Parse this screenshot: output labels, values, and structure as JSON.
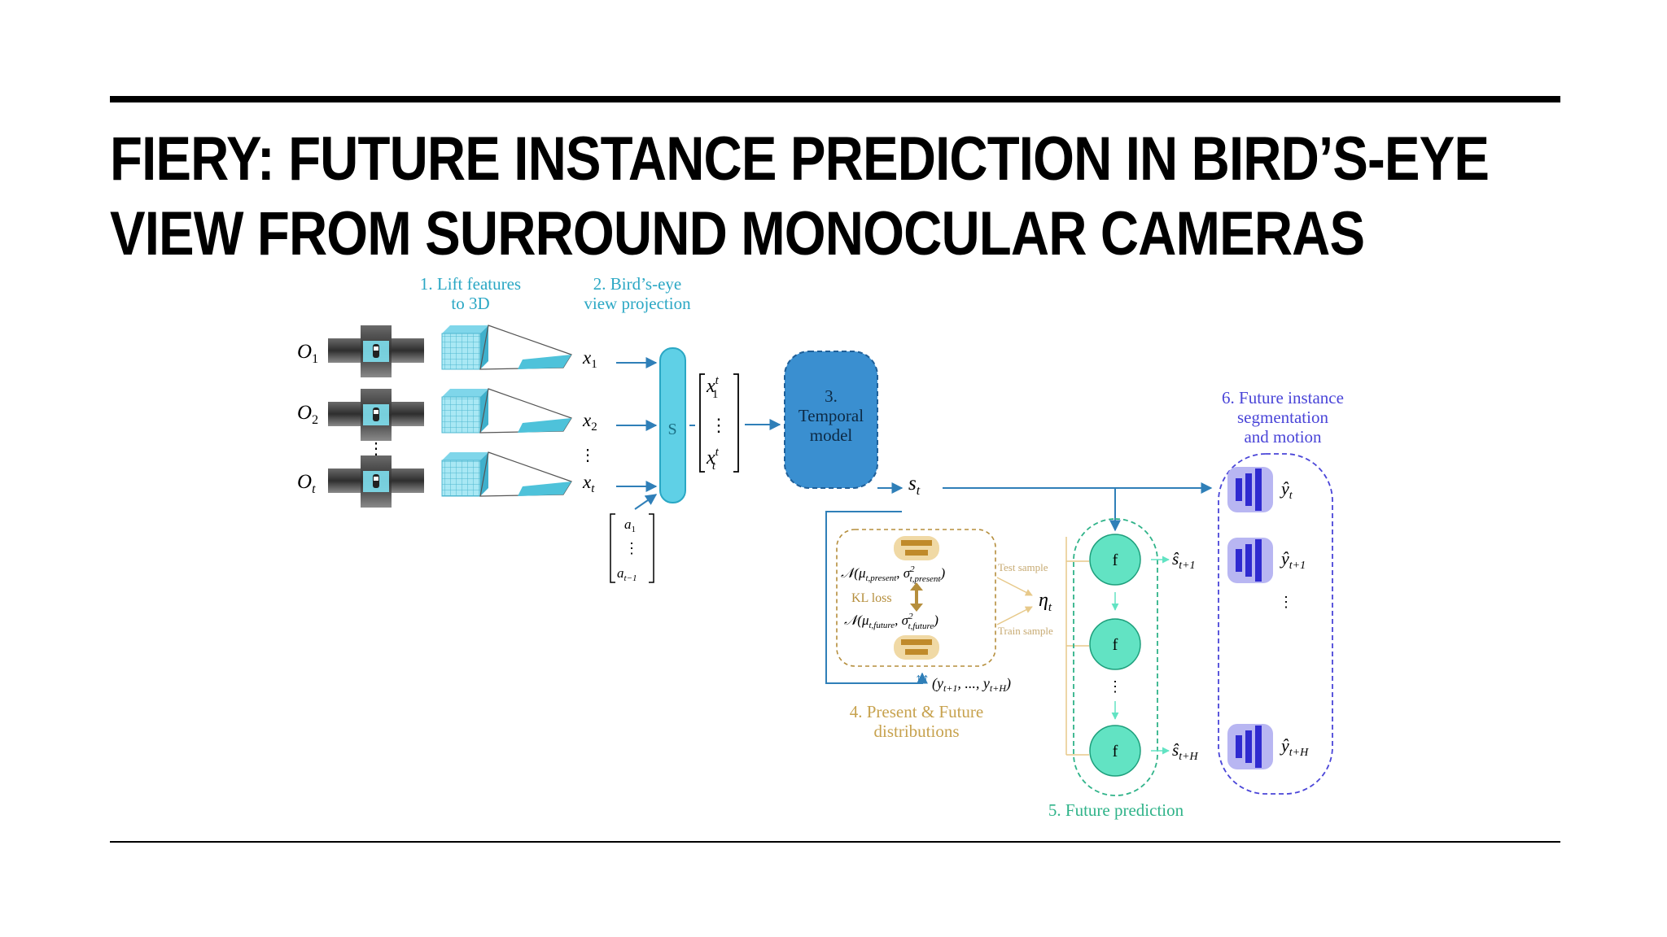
{
  "slide": {
    "title_line1": "FIERY: FUTURE INSTANCE PREDICTION IN BIRD’S-EYE",
    "title_line2": "VIEW FROM SURROUND MONOCULAR CAMERAS"
  },
  "diagram": {
    "step1_line1": "1. Lift features",
    "step1_line2": "to 3D",
    "step2_line1": "2. Bird’s-eye",
    "step2_line2": "view projection",
    "obs": [
      {
        "var": "O",
        "sub": "1"
      },
      {
        "var": "O",
        "sub": "2"
      },
      {
        "var": "O",
        "sub": "t"
      }
    ],
    "feats": [
      {
        "var": "x",
        "sub": "1"
      },
      {
        "var": "x",
        "sub": "2"
      },
      {
        "var": "x",
        "sub": "t"
      }
    ],
    "s_block": "S",
    "seq_top": {
      "var": "x",
      "sup": "t",
      "sub": "1"
    },
    "seq_bottom": {
      "var": "x",
      "sup": "t",
      "sub": "t"
    },
    "actions_top": {
      "var": "a",
      "sub": "1"
    },
    "actions_bottom": {
      "var": "a",
      "sub": "t−1"
    },
    "temporal_line1": "3.",
    "temporal_line2": "Temporal",
    "temporal_line3": "model",
    "state": {
      "var": "s",
      "sub": "t"
    },
    "present_dist": "𝒩(μ",
    "present_sub": "t,present",
    "present_mid": ", σ",
    "present_sup": "2",
    "present_sub2": "t,present",
    "future_dist": "𝒩(μ",
    "future_sub": "t,future",
    "future_sub2": "t,future",
    "kl_loss": "KL loss",
    "test_sample": "Test sample",
    "train_sample": "Train sample",
    "eta": {
      "var": "η",
      "sub": "t"
    },
    "labels_seq": "(y",
    "labels_seq_sub1": "t+1",
    "labels_seq_mid": ", ..., y",
    "labels_seq_sub2": "t+H",
    "labels_seq_end": ")",
    "step4_line1": "4. Present & Future",
    "step4_line2": "distributions",
    "f_label": "f",
    "future_states": [
      {
        "var": "ŝ",
        "sub": "t+1"
      },
      {
        "var": "ŝ",
        "sub": "t+H"
      }
    ],
    "step5": "5. Future prediction",
    "step6_line1": "6. Future instance",
    "step6_line2": "segmentation",
    "step6_line3": "and motion",
    "outputs": [
      {
        "var": "ŷ",
        "sub": "t"
      },
      {
        "var": "ŷ",
        "sub": "t+1"
      },
      {
        "var": "ŷ",
        "sub": "t+H"
      }
    ],
    "vdots": "⋮"
  },
  "colors": {
    "cyan_label": "#2aa7c4",
    "s_block": "#5fd0e6",
    "temporal": "#3a8fd0",
    "tan": "#b58e3c",
    "green": "#2fb389",
    "green_node": "#62e3c3",
    "purple": "#4a45d8",
    "arrow_blue": "#2f7fb8"
  }
}
